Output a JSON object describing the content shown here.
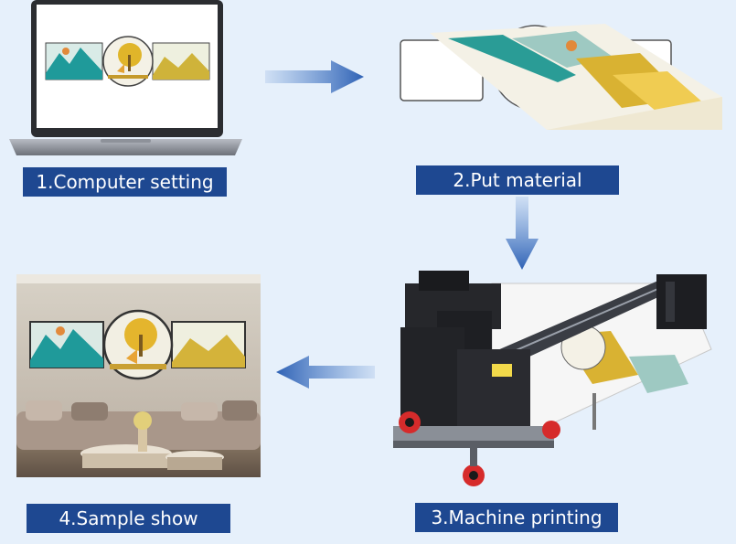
{
  "steps": [
    {
      "label": "1.Computer setting"
    },
    {
      "label": "2.Put material"
    },
    {
      "label": "3.Machine printing"
    },
    {
      "label": "4.Sample show"
    }
  ],
  "colors": {
    "background": "#e6f0fb",
    "label_bg": "#1e4891",
    "label_text": "#ffffff",
    "arrow": "#4f82cc"
  },
  "icons": [
    "laptop-icon",
    "material-sheet-icon",
    "uv-printer-icon",
    "living-room-sample-icon",
    "arrow-right-icon",
    "arrow-down-icon",
    "arrow-left-icon"
  ]
}
